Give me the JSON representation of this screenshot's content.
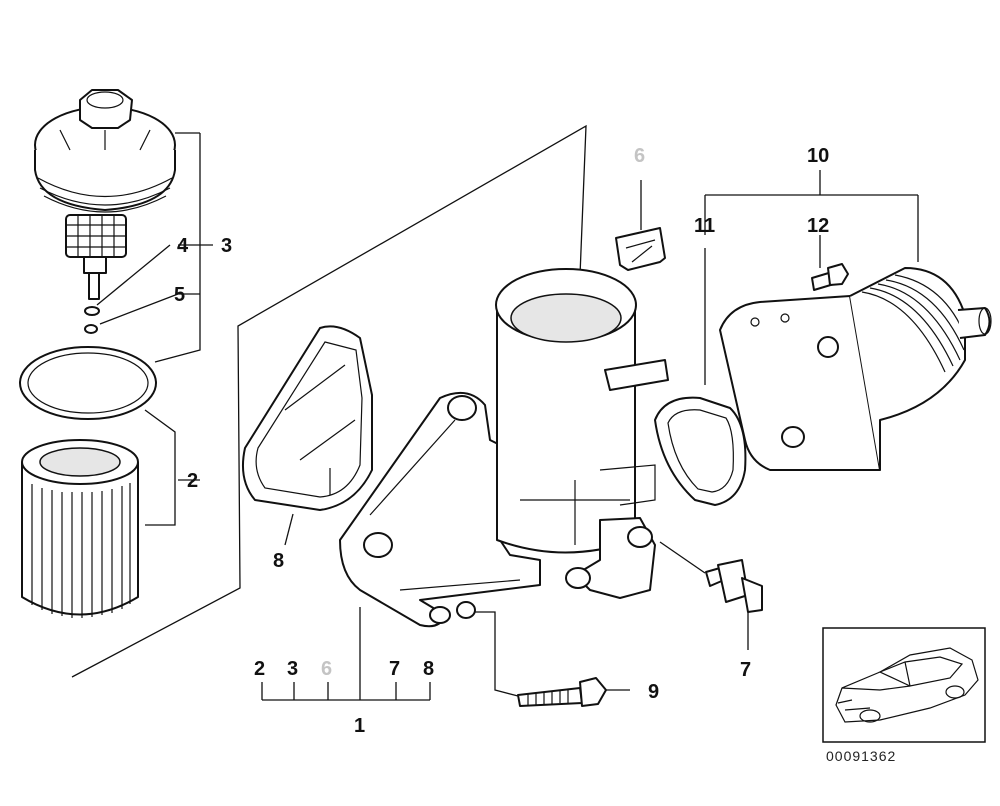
{
  "callouts": {
    "c1": "1",
    "c2_filter": "2",
    "c3_cap": "3",
    "c4_oring": "4",
    "c5_oring": "5",
    "c6_clip": "6",
    "c7_sensor": "7",
    "c8_gasket": "8",
    "c9_bolt": "9",
    "c10": "10",
    "c11": "11",
    "c12": "12"
  },
  "kit_row": {
    "items": [
      "2",
      "3",
      "6",
      "7",
      "8"
    ],
    "dimmed": [
      "6"
    ],
    "total": "1"
  },
  "thumbnail": {
    "reference_number": "00091362"
  },
  "colors": {
    "ink": "#111111",
    "dimmed_label": "#c4c4c4",
    "paper": "#ffffff"
  }
}
